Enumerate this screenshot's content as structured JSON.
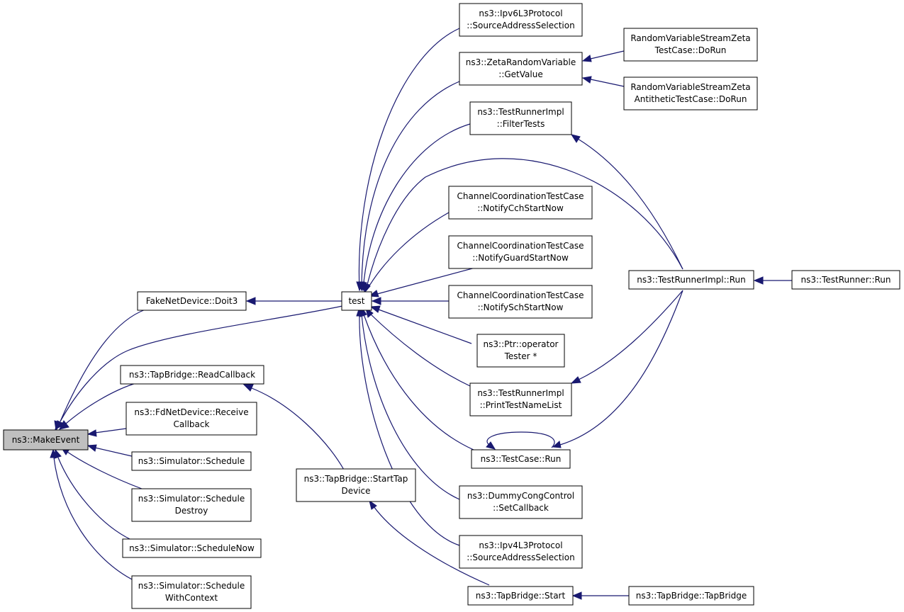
{
  "diagram": {
    "nodes": {
      "makeevent": "ns3::MakeEvent",
      "fakenet": "FakeNetDevice::Doit3",
      "tapread": "ns3::TapBridge::ReadCallback",
      "fdnet_1": "ns3::FdNetDevice::Receive",
      "fdnet_2": "Callback",
      "sched": "ns3::Simulator::Schedule",
      "schedd_1": "ns3::Simulator::Schedule",
      "schedd_2": "Destroy",
      "schedn": "ns3::Simulator::ScheduleNow",
      "schedw_1": "ns3::Simulator::Schedule",
      "schedw_2": "WithContext",
      "test": "test",
      "tapstart_dev_1": "ns3::TapBridge::StartTap",
      "tapstart_dev_2": "Device",
      "ipv6_1": "ns3::Ipv6L3Protocol",
      "ipv6_2": "::SourceAddressSelection",
      "zeta_1": "ns3::ZetaRandomVariable",
      "zeta_2": "::GetValue",
      "filter_1": "ns3::TestRunnerImpl",
      "filter_2": "::FilterTests",
      "cch_1": "ChannelCoordinationTestCase",
      "cch_2": "::NotifyCchStartNow",
      "guard_1": "ChannelCoordinationTestCase",
      "guard_2": "::NotifyGuardStartNow",
      "sch_1": "ChannelCoordinationTestCase",
      "sch_2": "::NotifySchStartNow",
      "ptr_1": "ns3::Ptr::operator",
      "ptr_2": "Tester *",
      "print_1": "ns3::TestRunnerImpl",
      "print_2": "::PrintTestNameList",
      "tcrun": "ns3::TestCase::Run",
      "dummy_1": "ns3::DummyCongControl",
      "dummy_2": "::SetCallback",
      "ipv4_1": "ns3::Ipv4L3Protocol",
      "ipv4_2": "::SourceAddressSelection",
      "tapstart": "ns3::TapBridge::Start",
      "rvzeta_1": "RandomVariableStreamZeta",
      "rvzeta_2": "TestCase::DoRun",
      "rvzanti_1": "RandomVariableStreamZeta",
      "rvzanti_2": "AntitheticTestCase::DoRun",
      "runimpl": "ns3::TestRunnerImpl::Run",
      "taptap": "ns3::TapBridge::TapBridge",
      "runner": "ns3::TestRunner::Run"
    }
  }
}
